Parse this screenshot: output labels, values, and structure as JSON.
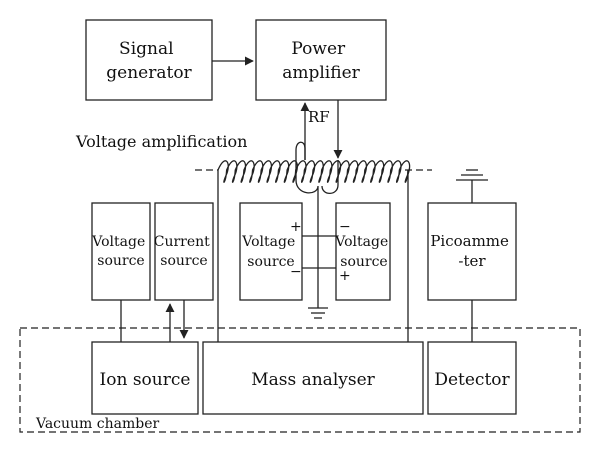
{
  "blocks": {
    "signal_generator": [
      "Signal",
      "generator"
    ],
    "power_amplifier": [
      "Power",
      "amplifier"
    ],
    "voltage_source_left": [
      "Voltage",
      "source"
    ],
    "current_source": [
      "Current",
      "source"
    ],
    "voltage_source_mid_left": [
      "Voltage",
      "source"
    ],
    "voltage_source_mid_right": [
      "Voltage",
      "source"
    ],
    "picoammeter": [
      "Picoamme",
      "-ter"
    ],
    "ion_source": "Ion source",
    "mass_analyser": "Mass analyser",
    "detector": "Detector"
  },
  "labels": {
    "rf": "RF",
    "voltage_amplification": "Voltage amplification",
    "vacuum_chamber": "Vacuum chamber",
    "plus": "+",
    "minus": "−"
  }
}
